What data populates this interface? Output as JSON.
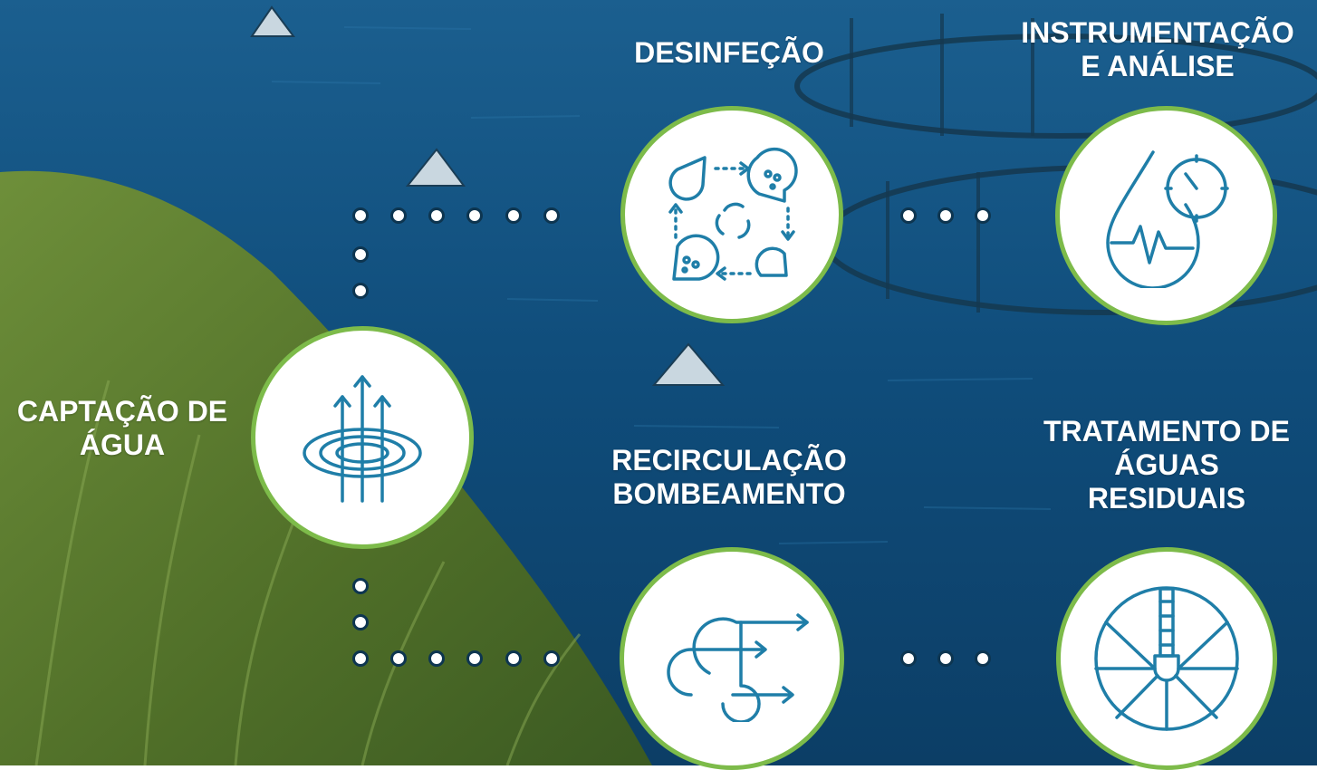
{
  "colors": {
    "icon_stroke": "#1f7ea8",
    "ring_green": "#7dbb4a",
    "ring_blue": "#5aaed4",
    "water": "#0f4c7a",
    "grass": "#5c7d2e"
  },
  "steps": [
    {
      "id": "captacao",
      "label": "CAPTAÇÃO DE\nÁGUA",
      "icon": "water-intake-icon"
    },
    {
      "id": "desinfecao",
      "label": "DESINFEÇÃO",
      "icon": "disinfection-cycle-icon"
    },
    {
      "id": "instrumentacao",
      "label": "INSTRUMENTAÇÃO\nE ANÁLISE",
      "icon": "water-drop-gauge-icon"
    },
    {
      "id": "recirculacao",
      "label": "RECIRCULAÇÃO\nBOMBEAMENTO",
      "icon": "recirculation-pumping-icon"
    },
    {
      "id": "tratamento",
      "label": "TRATAMENTO DE\nÁGUAS\nRESIDUAIS",
      "icon": "wastewater-treatment-icon"
    }
  ]
}
